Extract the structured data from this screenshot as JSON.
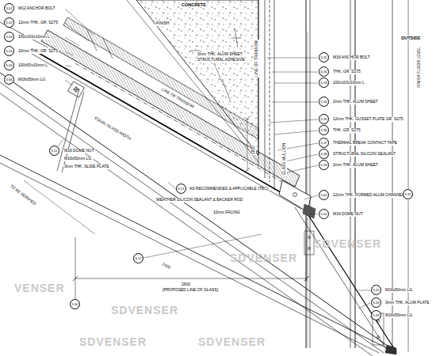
{
  "diagram": {
    "labels": [
      "CONCRETE",
      "FINISH",
      "OUTSIDE",
      "LINE OF TRANSOM",
      "LINE OF TRANSOM",
      "GLASS MULLION",
      "EQUAL GLASS WIDTH",
      "5.01",
      "M12 ANCHOR BOLT",
      "5.02",
      "12mm THK. GR. S275",
      "5.03",
      "100x100x10mm L",
      "5.04",
      "10mm THK. GR. S275",
      "5.05",
      "100x50x10mm L",
      "5.06",
      "M16x50mm LG.",
      "5.11",
      "M16 DOME NUT",
      "M16x50mm LG.",
      "3mm THK. SLIDE PLATE",
      "3mm THK. ALUM SHEET",
      "STRUCTURAL ADHESIVE",
      "1800",
      "5.21",
      "AS RECOMMENDED & APPLICABLE (TBC)",
      "WEATHER SILICON SEALANT & BACKER ROD",
      "10mm FACING",
      "5.17",
      "2400",
      "2600",
      "[PROPOSED LINE OF GLASS]",
      "5.50",
      "TO BE VERIFIED",
      "5.31",
      "M16 ANCHOR BOLT",
      "5.32",
      "THK. GR. S275",
      "5.33",
      "100x100x10mm L",
      "5.34",
      "2mm THK. ALUM SHEET",
      "5.35",
      "12mm THK. GUSSET PLATE GR. S275",
      "5.36",
      "THK. GR. S275",
      "5.37",
      "THERMAL BREAK CONTACT TAPE",
      "5.38",
      "STRUCTURAL SILICON SEALANT",
      "5.39",
      "2mm THK. ALUM SHEET",
      "5.40",
      "12mm THK. FORMED ALUM CHANNEL",
      "5.41",
      "M16 DOME NUT",
      "5.42",
      "M16x50mm LG.",
      "5.43",
      "3mm THK. ALUM PLATE",
      "5.44",
      "M16x50mm LG.",
      "5.51",
      "FINISH FLOOR LEVEL",
      "VENSER",
      "SDVENSER",
      "SDVENSER",
      "SDVENSER",
      "SDVENSER",
      "SDVENSER"
    ]
  }
}
